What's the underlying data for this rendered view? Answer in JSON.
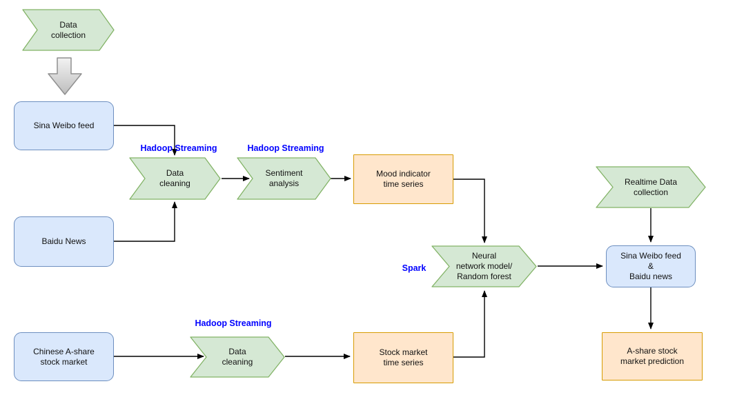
{
  "diagram_title": "Stock market prediction data pipeline flowchart",
  "nodes": {
    "data_collection": "Data\ncollection",
    "sina_weibo_feed": "Sina Weibo feed",
    "baidu_news": "Baidu News",
    "chinese_a_share": "Chinese A-share\nstock market",
    "data_cleaning_1": "Data\ncleaning",
    "sentiment_analysis": "Sentiment\nanalysis",
    "mood_indicator": "Mood indicator\ntime series",
    "neural_network": "Neural\nnetwork model/\nRandom forest",
    "data_cleaning_2": "Data\ncleaning",
    "stock_market_ts": "Stock market\ntime series",
    "realtime_collection": "Realtime Data\ncollection",
    "sina_baidu_combined": "Sina Weibo feed\n&\nBaidu news",
    "a_share_prediction": "A-share stock\nmarket prediction"
  },
  "annotations": {
    "hadoop_streaming_1": "Hadoop Streaming",
    "hadoop_streaming_2": "Hadoop Streaming",
    "hadoop_streaming_3": "Hadoop Streaming",
    "spark": "Spark"
  },
  "colors": {
    "process_green_fill": "#d5e8d4",
    "process_green_stroke": "#82b366",
    "source_blue_fill": "#dae8fc",
    "source_blue_stroke": "#6c8ebf",
    "output_orange_fill": "#ffe6cc",
    "output_orange_stroke": "#d79b00",
    "annotation_blue": "#0000ff",
    "edge_color": "#000000",
    "block_arrow_gray": "#c9c9c9"
  }
}
